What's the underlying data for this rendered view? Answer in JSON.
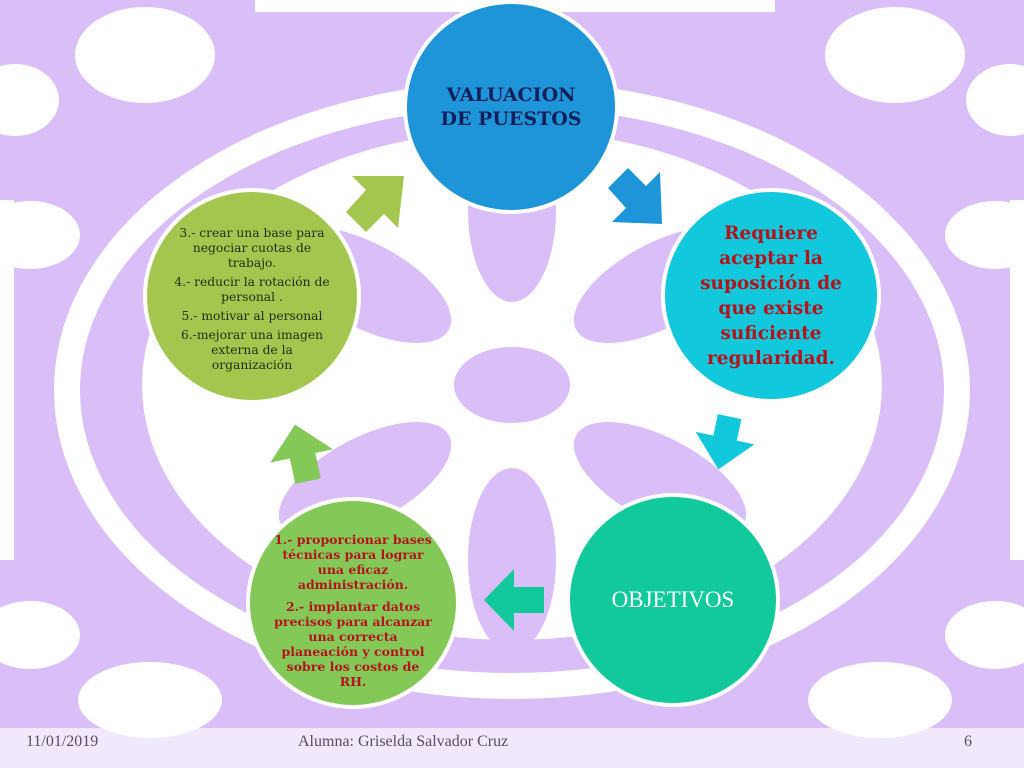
{
  "diagram": {
    "title_node": "VALUACION DE PUESTOS",
    "premise_node": "Requiere aceptar la suposición de que existe suficiente regularidad.",
    "objectives_node": "OBJETIVOS",
    "objectives_1_2": [
      "1.- proporcionar bases técnicas para lograr una eficaz administración.",
      "2.- implantar datos precisos para alcanzar una correcta planeación y control sobre los costos de RH."
    ],
    "objectives_3_6": [
      "3.- crear una base para negociar cuotas de trabajo.",
      "4.- reducir la rotación de personal .",
      "5.- motivar al personal",
      "6.-mejorar una imagen externa de la organización"
    ]
  },
  "footer": {
    "date": "11/01/2019",
    "author": "Alumna: Griselda Salvador Cruz",
    "page": "6"
  },
  "colors": {
    "background": "#D9BEF7",
    "title_node": "#1E95D8",
    "premise_node": "#12C8DD",
    "objectives_node": "#12C99C",
    "objectives_1_2_node": "#84C958",
    "objectives_3_6_node": "#A4C64E",
    "red_text": "#B3141C"
  },
  "icons": [
    "arrow-down-right-icon",
    "arrow-down-icon",
    "arrow-left-icon",
    "arrow-up-icon",
    "arrow-up-right-icon"
  ]
}
